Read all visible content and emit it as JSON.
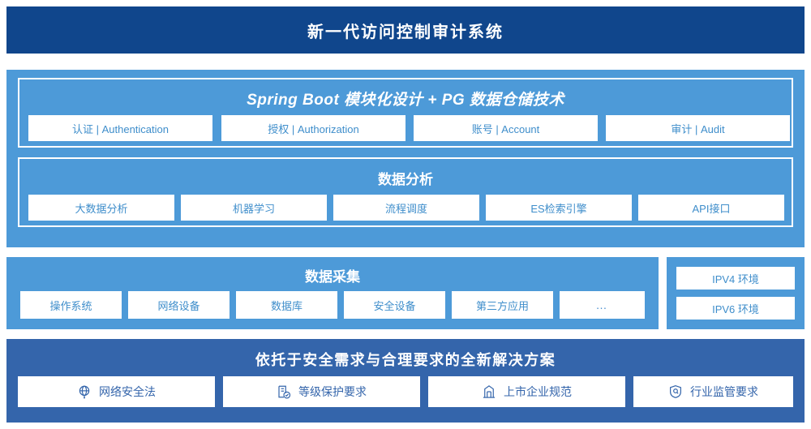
{
  "header": {
    "title": "新一代访问控制审计系统"
  },
  "platform_section": {
    "spring_boot": {
      "title": "Spring Boot 模块化设计 + PG 数据仓储技术",
      "cards": [
        {
          "label": "认证 | Authentication"
        },
        {
          "label": "授权 | Authorization"
        },
        {
          "label": "账号 | Account"
        },
        {
          "label": "审计 | Audit"
        }
      ]
    },
    "data_analysis": {
      "title": "数据分析",
      "cards": [
        {
          "label": "大数据分析"
        },
        {
          "label": "机器学习"
        },
        {
          "label": "流程调度"
        },
        {
          "label": "ES检索引擎"
        },
        {
          "label": "API接口"
        }
      ]
    }
  },
  "collection_section": {
    "title": "数据采集",
    "cards": [
      {
        "label": "操作系统"
      },
      {
        "label": "网络设备"
      },
      {
        "label": "数据库"
      },
      {
        "label": "安全设备"
      },
      {
        "label": "第三方应用"
      },
      {
        "label": "…"
      }
    ]
  },
  "environment_section": {
    "cards": [
      {
        "label": "IPV4 环境"
      },
      {
        "label": "IPV6 环境"
      }
    ]
  },
  "solution_section": {
    "title": "依托于安全需求与合理要求的全新解决方案",
    "cards": [
      {
        "label": "网络安全法",
        "icon": "globe-network-icon"
      },
      {
        "label": "等级保护要求",
        "icon": "document-check-icon"
      },
      {
        "label": "上市企业规范",
        "icon": "bank-building-icon"
      },
      {
        "label": "行业监管要求",
        "icon": "shield-search-icon"
      }
    ]
  },
  "colors": {
    "header_blue": "#10468c",
    "panel_blue": "#4d9ad8",
    "solution_blue": "#3465ab",
    "card_text_blue": "#3f8ecb",
    "card_white": "#ffffff"
  }
}
